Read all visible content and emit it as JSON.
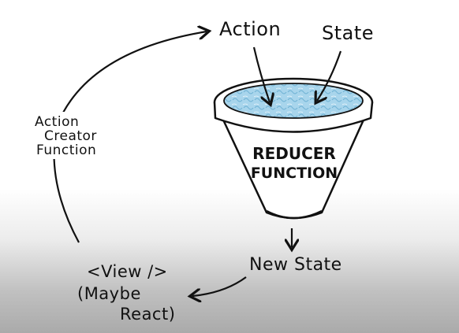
{
  "labels": {
    "action": "Action",
    "state": "State",
    "reducer_line1": "REDUCER",
    "reducer_line2": "FUNCTION",
    "new_state": "New State",
    "view_line1": "<View />",
    "view_line2": "(Maybe",
    "view_line3": "React)",
    "action_creator_line1": "Action",
    "action_creator_line2": "Creator",
    "action_creator_line3": "Function"
  },
  "icons": {
    "funnel": "funnel-icon",
    "liquid": "water-icon"
  },
  "colors": {
    "ink": "#111111",
    "liquid": "#9fd0e8",
    "liquid_dark": "#6fb2d4",
    "background_bottom": "#aaaaaa"
  }
}
